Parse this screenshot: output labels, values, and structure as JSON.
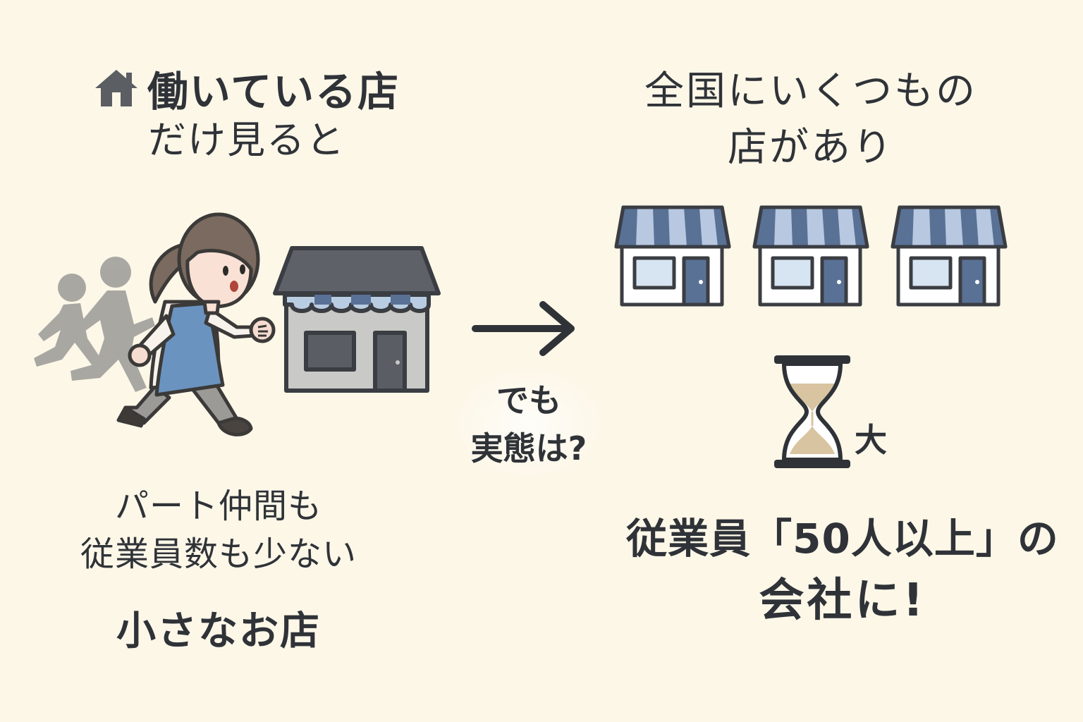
{
  "left": {
    "heading_line1": "働いている店",
    "heading_line2": "だけ見ると",
    "description_line1": "パート仲間も",
    "description_line2": "従業員数も少ない",
    "conclusion": "小さなお店"
  },
  "middle": {
    "line1": "でも",
    "line2": "実態は?"
  },
  "right": {
    "heading_line1": "全国にいくつもの",
    "heading_line2": "店があり",
    "size_label": "大",
    "result_line1": "従業員「50人以上」の",
    "result_line2": "会社に!"
  },
  "colors": {
    "background": "#fdf7e8",
    "text": "#2f3338",
    "awning_dark": "#5a7196",
    "awning_light": "#b7c8e0",
    "apron": "#6b93c0",
    "sand": "#d8c4a0"
  },
  "icons": {
    "heading": "house-icon",
    "left_store": "store-icon",
    "stores": [
      "store-icon",
      "store-icon",
      "store-icon"
    ],
    "transition": "arrow-right-icon",
    "time": "hourglass-icon"
  }
}
